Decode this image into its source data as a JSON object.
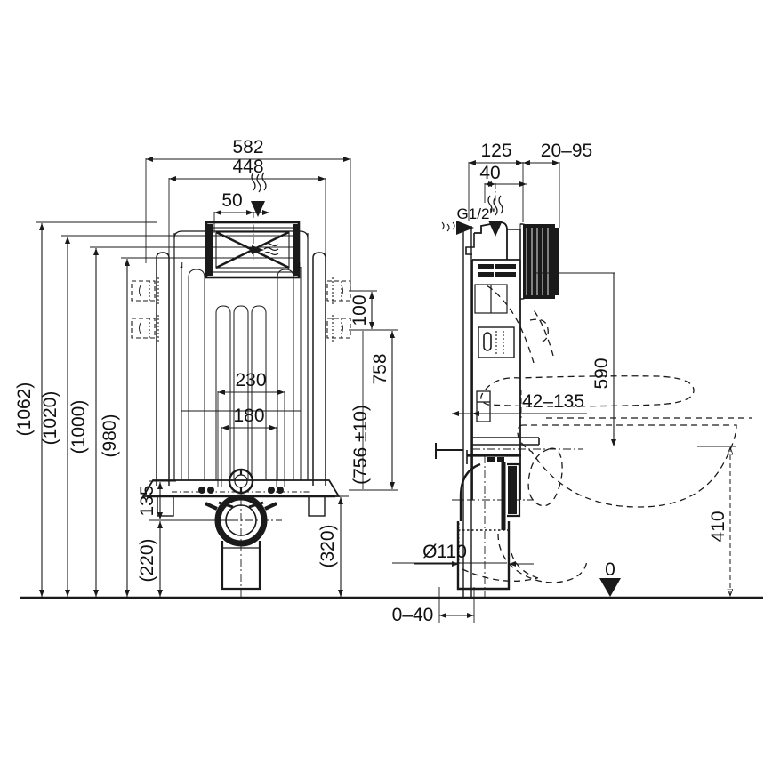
{
  "drawing": {
    "title": "Wall-mounted WC concealed cistern frame installation drawing",
    "views": [
      {
        "name": "front-elevation",
        "label": ""
      },
      {
        "name": "side-section",
        "label": ""
      }
    ],
    "line_color": "#1a1a1a",
    "floor_line_label": "0"
  },
  "dimensions": {
    "front": {
      "overall_width": "582",
      "inner_width": "448",
      "flush_plate_offset": "50",
      "bowl_fixing_spacing": "230",
      "drain_fixing_spacing": "180",
      "frame_foot_height": "135",
      "drain_centre_height": "(220)",
      "drain_bottom_height": "(320)",
      "mount_bracket_spacing": "100",
      "rim_height": "758",
      "rim_height_tolerance": "(756 ±10)",
      "height_1062": "(1062)",
      "height_1020": "(1020)",
      "height_1000": "(1000)",
      "height_980": "(980)"
    },
    "section": {
      "frame_depth": "125",
      "water_inlet_offset": "40",
      "plate_projection": "20–95",
      "water_connection": "G1/2\"",
      "bowl_fixing_projection": "42–135",
      "bowl_length": "590",
      "drain_diameter": "Ø110",
      "drain_offset": "0–40",
      "seat_height": "410",
      "datum": "0"
    }
  },
  "labels": {
    "d582": "582",
    "d448": "448",
    "d50": "50",
    "d230": "230",
    "d180": "180",
    "d135": "135",
    "d220": "(220)",
    "d320": "(320)",
    "d100": "100",
    "d758": "758",
    "d756": "(756 ±10)",
    "d1062": "(1062)",
    "d1020": "(1020)",
    "d1000": "(1000)",
    "d980": "(980)",
    "d125": "125",
    "d40": "40",
    "d2095": "20–95",
    "g12": "G1/2\"",
    "d42135": "42–135",
    "d590": "590",
    "d110": "Ø110",
    "d040": "0–40",
    "d410": "410",
    "zero": "0"
  }
}
